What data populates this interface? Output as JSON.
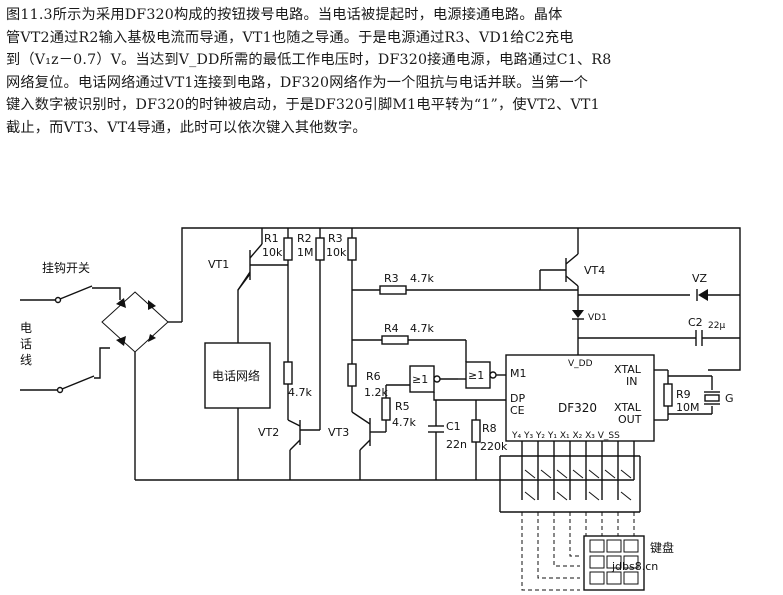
{
  "text": {
    "lines": [
      "图11.3所示为采用DF320构成的按钮拨号电路。当电话被提起时，电源接通电路。晶体",
      "管VT2通过R2输入基极电流而导通，VT1也随之导通。于是电源通过R3、VD1给C2充电",
      "到（V₁ᴢ－0.7）V。当达到V_DD所需的最低工作电压时，DF320接通电源，电路通过C1、R8",
      "网络复位。电话网络通过VT1连接到电路，DF320网络作为一个阻抗与电话并联。当第一个",
      "键入数字被识别时，DF320的时钟被启动，于是DF320引脚M1电平转为“1”，使VT2、VT1",
      "截止，而VT3、VT4导通，此时可以依次键入其他数字。"
    ]
  },
  "circuit": {
    "hook_switch": "挂钩开关",
    "phone_line": [
      "电",
      "话",
      "线"
    ],
    "phone_network": "电话网络",
    "vt1": "VT1",
    "vt2": "VT2",
    "vt3": "VT3",
    "vt4": "VT4",
    "vz": "VZ",
    "vd1": "VD1",
    "r1": "R1",
    "r1_val": "10k",
    "r2": "R2",
    "r2_val": "1M",
    "r3": "R3",
    "r3_val": "10k",
    "r3b": "R3",
    "r3b_val": "4.7k",
    "r4": "R4",
    "r4_val": "4.7k",
    "r5": "R5",
    "r5_val": "4.7k",
    "r6": "R6",
    "r6_val": "1.2k",
    "r7_val": "4.7k",
    "r8": "R8",
    "r8_val": "220k",
    "r9": "R9",
    "r9_val": "10M",
    "c1": "C1",
    "c1_val": "22n",
    "c2": "C2",
    "c2_val": "22μ",
    "gate1": "≥1",
    "gate2": "≥1",
    "ic": "DF320",
    "pin_m1": "M1",
    "pin_vdd": "V_DD",
    "pin_xtal_in": [
      "XTAL",
      "IN"
    ],
    "pin_xtal_out": [
      "XTAL",
      "OUT"
    ],
    "pin_dp": "DP",
    "pin_ce": "CE",
    "pin_row": "Y₄ Y₃ Y₂ Y₁ X₁ X₂ X₃ V_SS",
    "crystal": "G",
    "keyboard": "键盘",
    "watermark": "jdbs8.cn"
  }
}
